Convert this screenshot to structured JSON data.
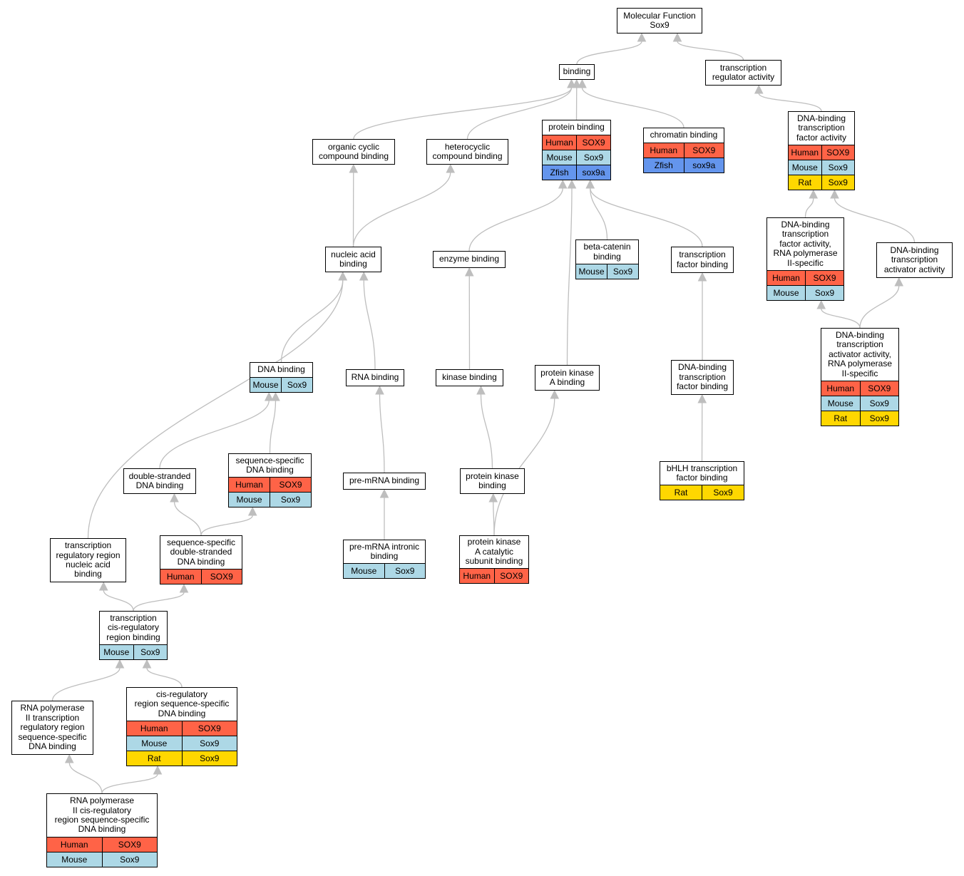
{
  "colors": {
    "Human": "#ff6347",
    "Mouse": "#add8e6",
    "Rat": "#ffd700",
    "Zfish": "#6495ed",
    "edge": "#bebebe"
  },
  "nodes": [
    {
      "id": "molecular-function",
      "lines": [
        "Molecular Function",
        "Sox9"
      ],
      "rows": []
    },
    {
      "id": "binding",
      "lines": [
        "binding"
      ],
      "rows": []
    },
    {
      "id": "transcription-regulator-activity",
      "lines": [
        "transcription",
        "regulator activity"
      ],
      "rows": []
    },
    {
      "id": "organic-cyclic-compound-binding",
      "lines": [
        "organic cyclic",
        "compound binding"
      ],
      "rows": []
    },
    {
      "id": "heterocyclic-compound-binding",
      "lines": [
        "heterocyclic",
        "compound binding"
      ],
      "rows": []
    },
    {
      "id": "protein-binding",
      "lines": [
        "protein binding"
      ],
      "rows": [
        [
          "Human",
          "SOX9"
        ],
        [
          "Mouse",
          "Sox9"
        ],
        [
          "Zfish",
          "sox9a"
        ]
      ]
    },
    {
      "id": "chromatin-binding",
      "lines": [
        "chromatin binding"
      ],
      "rows": [
        [
          "Human",
          "SOX9"
        ],
        [
          "Zfish",
          "sox9a"
        ]
      ]
    },
    {
      "id": "dna-binding-transcription-factor-activity",
      "lines": [
        "DNA-binding",
        "transcription",
        "factor activity"
      ],
      "rows": [
        [
          "Human",
          "SOX9"
        ],
        [
          "Mouse",
          "Sox9"
        ],
        [
          "Rat",
          "Sox9"
        ]
      ]
    },
    {
      "id": "nucleic-acid-binding",
      "lines": [
        "nucleic acid",
        "binding"
      ],
      "rows": []
    },
    {
      "id": "enzyme-binding",
      "lines": [
        "enzyme binding"
      ],
      "rows": []
    },
    {
      "id": "beta-catenin-binding",
      "lines": [
        "beta-catenin",
        "binding"
      ],
      "rows": [
        [
          "Mouse",
          "Sox9"
        ]
      ]
    },
    {
      "id": "transcription-factor-binding",
      "lines": [
        "transcription",
        "factor binding"
      ],
      "rows": []
    },
    {
      "id": "dna-binding-tf-activity-rna-pol-ii",
      "lines": [
        "DNA-binding",
        "transcription",
        "factor activity,",
        "RNA polymerase",
        "II-specific"
      ],
      "rows": [
        [
          "Human",
          "SOX9"
        ],
        [
          "Mouse",
          "Sox9"
        ]
      ]
    },
    {
      "id": "dna-binding-transcription-activator-activity",
      "lines": [
        "DNA-binding",
        "transcription",
        "activator activity"
      ],
      "rows": []
    },
    {
      "id": "dna-binding",
      "lines": [
        "DNA binding"
      ],
      "rows": [
        [
          "Mouse",
          "Sox9"
        ]
      ]
    },
    {
      "id": "rna-binding",
      "lines": [
        "RNA binding"
      ],
      "rows": []
    },
    {
      "id": "kinase-binding",
      "lines": [
        "kinase binding"
      ],
      "rows": []
    },
    {
      "id": "protein-kinase-a-binding",
      "lines": [
        "protein kinase",
        "A binding"
      ],
      "rows": []
    },
    {
      "id": "dna-binding-transcription-factor-binding",
      "lines": [
        "DNA-binding",
        "transcription",
        "factor binding"
      ],
      "rows": []
    },
    {
      "id": "dna-binding-ta-activity-rna-pol-ii",
      "lines": [
        "DNA-binding",
        "transcription",
        "activator activity,",
        "RNA polymerase",
        "II-specific"
      ],
      "rows": [
        [
          "Human",
          "SOX9"
        ],
        [
          "Mouse",
          "Sox9"
        ],
        [
          "Rat",
          "Sox9"
        ]
      ]
    },
    {
      "id": "double-stranded-dna-binding",
      "lines": [
        "double-stranded",
        "DNA binding"
      ],
      "rows": []
    },
    {
      "id": "sequence-specific-dna-binding",
      "lines": [
        "sequence-specific",
        "DNA binding"
      ],
      "rows": [
        [
          "Human",
          "SOX9"
        ],
        [
          "Mouse",
          "Sox9"
        ]
      ]
    },
    {
      "id": "pre-mrna-binding",
      "lines": [
        "pre-mRNA binding"
      ],
      "rows": []
    },
    {
      "id": "protein-kinase-binding",
      "lines": [
        "protein kinase",
        "binding"
      ],
      "rows": []
    },
    {
      "id": "bhlh-transcription-factor-binding",
      "lines": [
        "bHLH transcription",
        "factor binding"
      ],
      "rows": [
        [
          "Rat",
          "Sox9"
        ]
      ]
    },
    {
      "id": "transcription-regulatory-region-nucleic-acid-binding",
      "lines": [
        "transcription",
        "regulatory region",
        "nucleic acid",
        "binding"
      ],
      "rows": []
    },
    {
      "id": "sequence-specific-double-stranded-dna-binding",
      "lines": [
        "sequence-specific",
        "double-stranded",
        "DNA binding"
      ],
      "rows": [
        [
          "Human",
          "SOX9"
        ]
      ]
    },
    {
      "id": "pre-mrna-intronic-binding",
      "lines": [
        "pre-mRNA intronic",
        "binding"
      ],
      "rows": [
        [
          "Mouse",
          "Sox9"
        ]
      ]
    },
    {
      "id": "protein-kinase-a-catalytic-subunit-binding",
      "lines": [
        "protein kinase",
        "A catalytic",
        "subunit binding"
      ],
      "rows": [
        [
          "Human",
          "SOX9"
        ]
      ]
    },
    {
      "id": "transcription-cis-regulatory-region-binding",
      "lines": [
        "transcription",
        "cis-regulatory",
        "region binding"
      ],
      "rows": [
        [
          "Mouse",
          "Sox9"
        ]
      ]
    },
    {
      "id": "cis-regulatory-region-sequence-specific-dna-binding",
      "lines": [
        "cis-regulatory",
        "region sequence-specific",
        "DNA binding"
      ],
      "rows": [
        [
          "Human",
          "SOX9"
        ],
        [
          "Mouse",
          "Sox9"
        ],
        [
          "Rat",
          "Sox9"
        ]
      ]
    },
    {
      "id": "rna-pol-ii-transcription-regulatory-region-ss-dna-binding",
      "lines": [
        "RNA polymerase",
        "II transcription",
        "regulatory region",
        "sequence-specific",
        "DNA binding"
      ],
      "rows": []
    },
    {
      "id": "rna-pol-ii-cis-regulatory-region-ss-dna-binding",
      "lines": [
        "RNA polymerase",
        "II cis-regulatory",
        "region sequence-specific",
        "DNA binding"
      ],
      "rows": [
        [
          "Human",
          "SOX9"
        ],
        [
          "Mouse",
          "Sox9"
        ]
      ]
    }
  ],
  "edges": [
    [
      "binding",
      "molecular-function"
    ],
    [
      "transcription-regulator-activity",
      "molecular-function"
    ],
    [
      "organic-cyclic-compound-binding",
      "binding"
    ],
    [
      "heterocyclic-compound-binding",
      "binding"
    ],
    [
      "protein-binding",
      "binding"
    ],
    [
      "chromatin-binding",
      "binding"
    ],
    [
      "dna-binding-transcription-factor-activity",
      "transcription-regulator-activity"
    ],
    [
      "nucleic-acid-binding",
      "organic-cyclic-compound-binding"
    ],
    [
      "nucleic-acid-binding",
      "heterocyclic-compound-binding"
    ],
    [
      "enzyme-binding",
      "protein-binding"
    ],
    [
      "beta-catenin-binding",
      "protein-binding"
    ],
    [
      "transcription-factor-binding",
      "protein-binding"
    ],
    [
      "protein-kinase-a-binding",
      "protein-binding"
    ],
    [
      "dna-binding-tf-activity-rna-pol-ii",
      "dna-binding-transcription-factor-activity"
    ],
    [
      "dna-binding-transcription-activator-activity",
      "dna-binding-transcription-factor-activity"
    ],
    [
      "dna-binding",
      "nucleic-acid-binding"
    ],
    [
      "rna-binding",
      "nucleic-acid-binding"
    ],
    [
      "transcription-regulatory-region-nucleic-acid-binding",
      "nucleic-acid-binding"
    ],
    [
      "kinase-binding",
      "enzyme-binding"
    ],
    [
      "dna-binding-transcription-factor-binding",
      "transcription-factor-binding"
    ],
    [
      "dna-binding-ta-activity-rna-pol-ii",
      "dna-binding-tf-activity-rna-pol-ii"
    ],
    [
      "dna-binding-ta-activity-rna-pol-ii",
      "dna-binding-transcription-activator-activity"
    ],
    [
      "double-stranded-dna-binding",
      "dna-binding"
    ],
    [
      "sequence-specific-dna-binding",
      "dna-binding"
    ],
    [
      "pre-mrna-binding",
      "rna-binding"
    ],
    [
      "protein-kinase-binding",
      "kinase-binding"
    ],
    [
      "bhlh-transcription-factor-binding",
      "dna-binding-transcription-factor-binding"
    ],
    [
      "sequence-specific-double-stranded-dna-binding",
      "double-stranded-dna-binding"
    ],
    [
      "sequence-specific-double-stranded-dna-binding",
      "sequence-specific-dna-binding"
    ],
    [
      "pre-mrna-intronic-binding",
      "pre-mrna-binding"
    ],
    [
      "protein-kinase-a-catalytic-subunit-binding",
      "protein-kinase-binding"
    ],
    [
      "protein-kinase-a-catalytic-subunit-binding",
      "protein-kinase-a-binding"
    ],
    [
      "transcription-cis-regulatory-region-binding",
      "transcription-regulatory-region-nucleic-acid-binding"
    ],
    [
      "transcription-cis-regulatory-region-binding",
      "sequence-specific-double-stranded-dna-binding"
    ],
    [
      "cis-regulatory-region-sequence-specific-dna-binding",
      "transcription-cis-regulatory-region-binding"
    ],
    [
      "rna-pol-ii-transcription-regulatory-region-ss-dna-binding",
      "transcription-cis-regulatory-region-binding"
    ],
    [
      "rna-pol-ii-cis-regulatory-region-ss-dna-binding",
      "rna-pol-ii-transcription-regulatory-region-ss-dna-binding"
    ],
    [
      "rna-pol-ii-cis-regulatory-region-ss-dna-binding",
      "cis-regulatory-region-sequence-specific-dna-binding"
    ]
  ]
}
